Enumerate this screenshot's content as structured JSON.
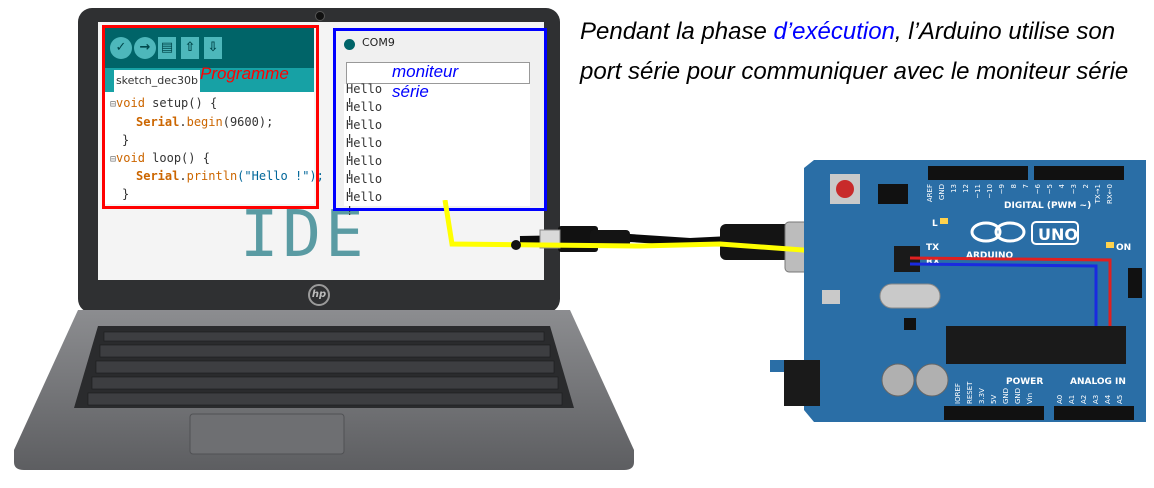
{
  "caption": {
    "part1": "Pendant la phase ",
    "highlight": "d’exécution",
    "part2": ", l’Arduino utilise son port série pour communiquer avec le moniteur série"
  },
  "labels": {
    "programme": "Programme",
    "moniteur": "moniteur série"
  },
  "ide": {
    "tab_name": "sketch_dec30b",
    "logo_word": "IDE",
    "code": [
      {
        "type": "setup-sig",
        "kw": "void",
        "rest": " setup() {"
      },
      {
        "type": "call",
        "obj": "Serial",
        "rest1": ".",
        "fn": "begin",
        "rest2": "(9600);"
      },
      {
        "type": "close",
        "text": "}"
      },
      {
        "type": "loop-sig",
        "kw": "void",
        "rest": " loop() {"
      },
      {
        "type": "call2",
        "obj": "Serial",
        "rest1": ".",
        "fn": "println",
        "str": "(\"Hello !\");"
      },
      {
        "type": "close",
        "text": "}"
      }
    ]
  },
  "serial_monitor": {
    "title": "COM9",
    "lines": [
      "Hello !",
      "Hello !",
      "Hello !",
      "Hello !",
      "Hello !",
      "Hello !",
      "Hello !"
    ]
  },
  "board": {
    "brand": "ARDUINO",
    "model": "UNO",
    "digital_label": "DIGITAL (PWM ~)",
    "power_label": "POWER",
    "analog_label": "ANALOG IN",
    "led_l": "L",
    "led_tx": "TX",
    "led_rx": "RX",
    "led_on": "ON",
    "infinity": "-+",
    "digital_pins": [
      "AREF",
      "GND",
      "13",
      "12",
      "~11",
      "~10",
      "~9",
      "8",
      "7",
      "~6",
      "~5",
      "4",
      "~3",
      "2",
      "TX→1",
      "RX←0"
    ],
    "power_pins": [
      "IOREF",
      "RESET",
      "3.3V",
      "5V",
      "GND",
      "GND",
      "Vin"
    ],
    "analog_pins": [
      "A0",
      "A1",
      "A2",
      "A3",
      "A4",
      "A5"
    ]
  },
  "colors": {
    "red": "#ff0000",
    "blue": "#0000ff",
    "serial_wire": "#ffff00",
    "board": "#2a6ea6",
    "teal": "#006468"
  }
}
